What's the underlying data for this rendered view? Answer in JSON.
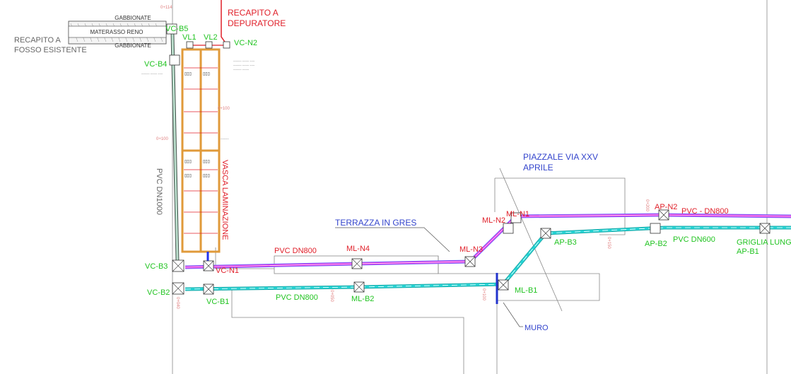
{
  "labels": {
    "gabbionate_top": "GABBIONATE",
    "materasso": "MATERASSO RENO",
    "gabbionate_bottom": "GABBIONATE",
    "recapito_fosso_1": "RECAPITO A",
    "recapito_fosso_2": "FOSSO ESISTENTE",
    "recapito_dep_1": "RECAPITO A",
    "recapito_dep_2": "DEPURATORE",
    "vasca": "VASCA LAMINAZIONE",
    "pvc_dn1000": "PVC DN1000",
    "piazzale_1": "PIAZZALE VIA XXV",
    "piazzale_2": "APRILE",
    "terrazza": "TERRAZZA  IN  GRES",
    "muro": "MURO",
    "pvc_dn800_n": "PVC DN800",
    "pvc_dn800_b": "PVC DN800",
    "pvc_dn800_ap": "PVC - DN800",
    "pvc_dn600": "PVC DN600",
    "griglia_1": "GRIGLIA LUNGA",
    "griglia_2": "AP-B1"
  },
  "nodes": {
    "vc_b5": "VC-B5",
    "vl1": "VL1",
    "vl2": "VL2",
    "vc_n2": "VC-N2",
    "vc_b4": "VC-B4",
    "vc_b3": "VC-B3",
    "vc_n1": "VC-N1",
    "vc_b2": "VC-B2",
    "vc_b1": "VC-B1",
    "ml_n4": "ML-N4",
    "ml_b2": "ML-B2",
    "ml_n3": "ML-N3",
    "ml_n2": "ML-N2",
    "ml_n1": "ML-N1",
    "ml_b1": "ML-B1",
    "ap_b3": "AP-B3",
    "ap_n2": "AP-N2",
    "ap_b2": "AP-B2"
  },
  "colors": {
    "magenta": "#e020e0",
    "cyan": "#22d6d6",
    "green": "#22c422",
    "red": "#e0202a",
    "orange": "#e09a3a",
    "gray": "#888888",
    "blue": "#3344cc"
  }
}
